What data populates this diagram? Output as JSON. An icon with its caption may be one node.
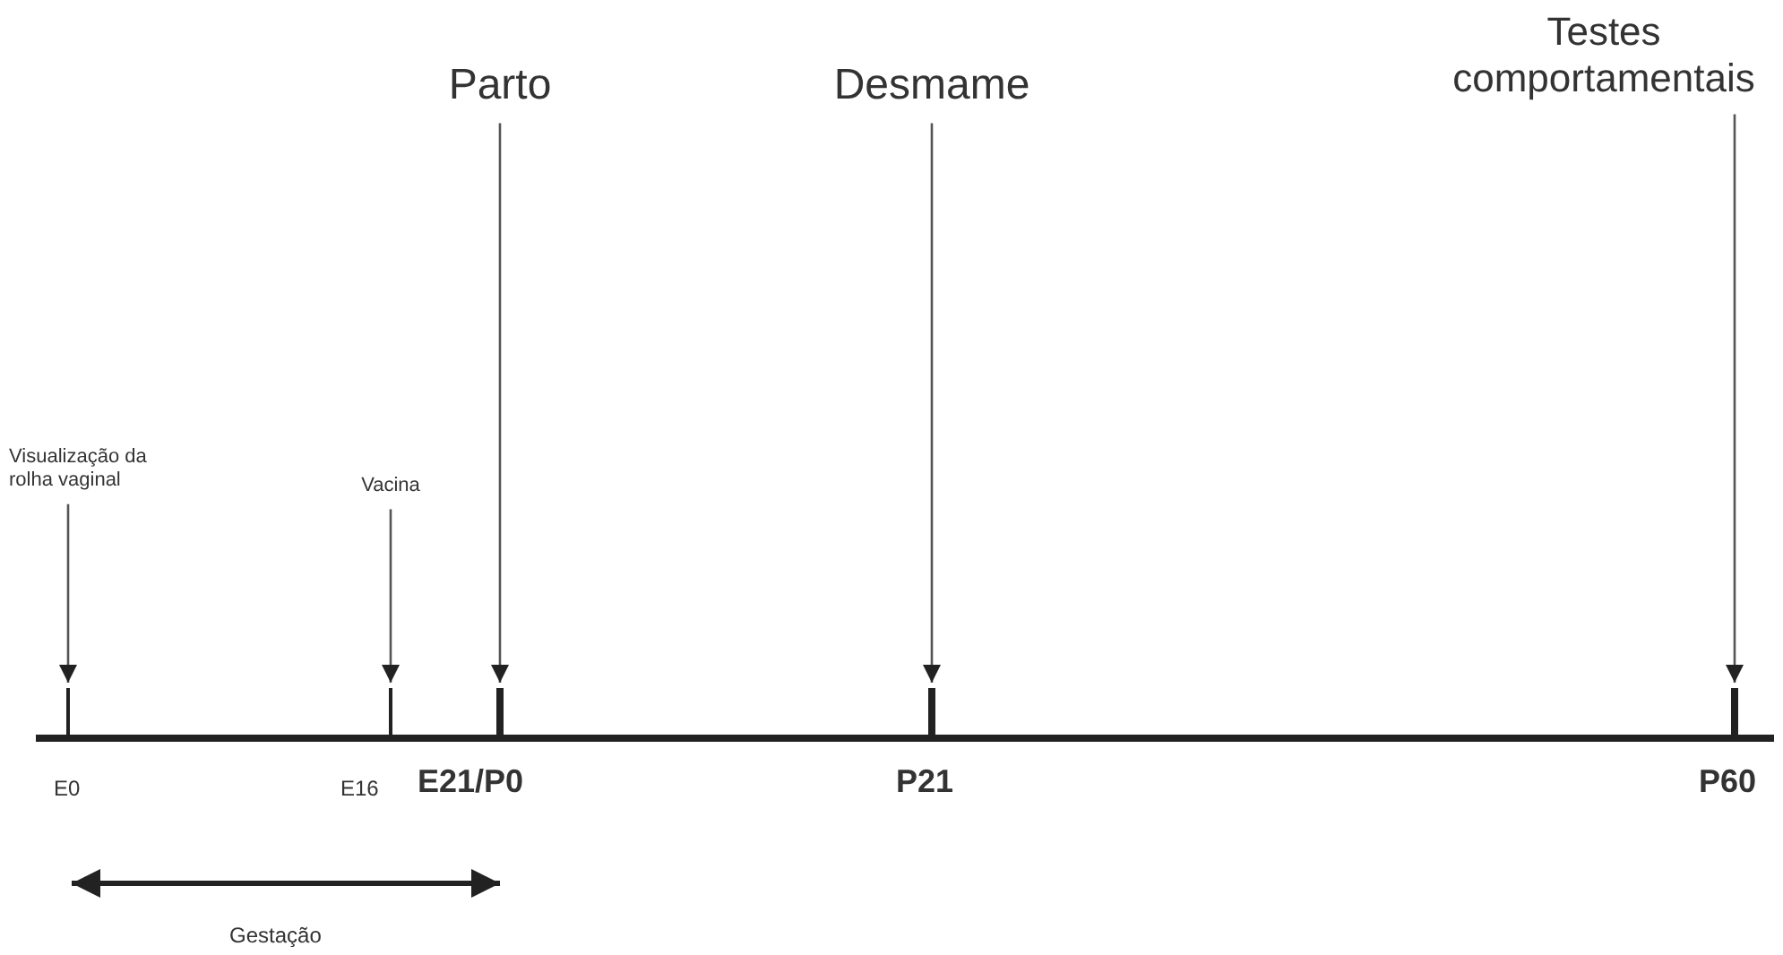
{
  "diagram": {
    "nodes": [
      {
        "text": [
          "Visualização da rolha vaginal"
        ]
      },
      {
        "text": [
          "Vacina"
        ]
      },
      {
        "text": [
          "Parto"
        ]
      },
      {
        "text": [
          "Desmame"
        ]
      },
      {
        "text": [
          "Testes comportamentais"
        ]
      },
      {
        "text": [],
        "shape": "bar"
      },
      {
        "text": [],
        "shape": "bar"
      },
      {
        "text": [],
        "shape": "bar"
      },
      {
        "text": [],
        "shape": "bar"
      },
      {
        "text": [],
        "shape": "bar"
      }
    ],
    "edges": [
      {
        "from": 0,
        "to": 5,
        "arrow": "to"
      },
      {
        "from": 1,
        "to": 6,
        "arrow": "to"
      },
      {
        "from": 2,
        "to": 7,
        "arrow": "to"
      },
      {
        "from": 3,
        "to": 8,
        "arrow": "to"
      },
      {
        "from": 4,
        "to": 9,
        "arrow": "to"
      }
    ],
    "labels": [
      "E0",
      "E16",
      "E21/P0",
      "P21",
      "P60",
      "Gestação"
    ]
  }
}
